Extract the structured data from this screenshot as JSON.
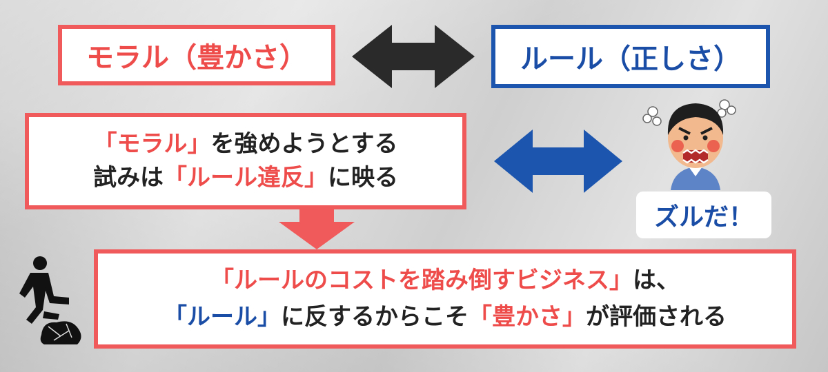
{
  "moral_box": {
    "label": "モラル（豊かさ）"
  },
  "rule_box": {
    "label": "ルール（正しさ）"
  },
  "middle_box": {
    "line1_hl": "「モラル」",
    "line1_rest": "を強めようとする",
    "line2_pre": "試みは",
    "line2_hl": "「ルール違反」",
    "line2_post": "に映る"
  },
  "angry_bubble": {
    "label": "ズルだ！"
  },
  "bottom_box": {
    "line1_hl": "「ルールのコストを踏み倒すビジネス」",
    "line1_rest": "は、",
    "line2_hl1": "「ルール」",
    "line2_mid": "に反するからこそ",
    "line2_hl2": "「豊かさ」",
    "line2_post": "が評価される"
  },
  "colors": {
    "moral_red": "#f05a5a",
    "rule_blue": "#1b55ad",
    "arrow_black": "#2a2a2a",
    "arrow_blue": "#1b55ad",
    "down_arrow_red": "#f05a5a"
  },
  "icons": [
    "double-arrow-black",
    "double-arrow-blue",
    "down-arrow-red",
    "angry-man-illustration",
    "stomping-man-silhouette"
  ]
}
